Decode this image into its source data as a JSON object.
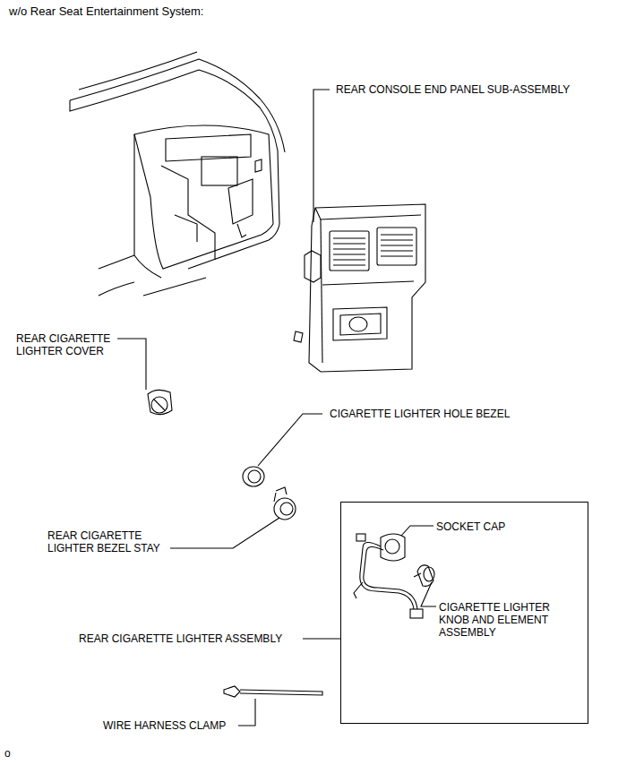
{
  "diagram": {
    "title": "w/o Rear Seat Entertainment System:",
    "nodes": [
      {
        "text": [
          "SOCKET CAP",
          "CIGARETTE LIGHTER KNOB AND ELEMENT ASSEMBLY"
        ]
      }
    ],
    "labels": [
      "REAR CONSOLE END PANEL SUB-ASSEMBLY",
      "REAR CIGARETTE LIGHTER COVER",
      "CIGARETTE LIGHTER HOLE BEZEL",
      "REAR CIGARETTE LIGHTER BEZEL STAY",
      "REAR CIGARETTE LIGHTER ASSEMBLY",
      "WIRE HARNESS CLAMP",
      "o"
    ]
  }
}
